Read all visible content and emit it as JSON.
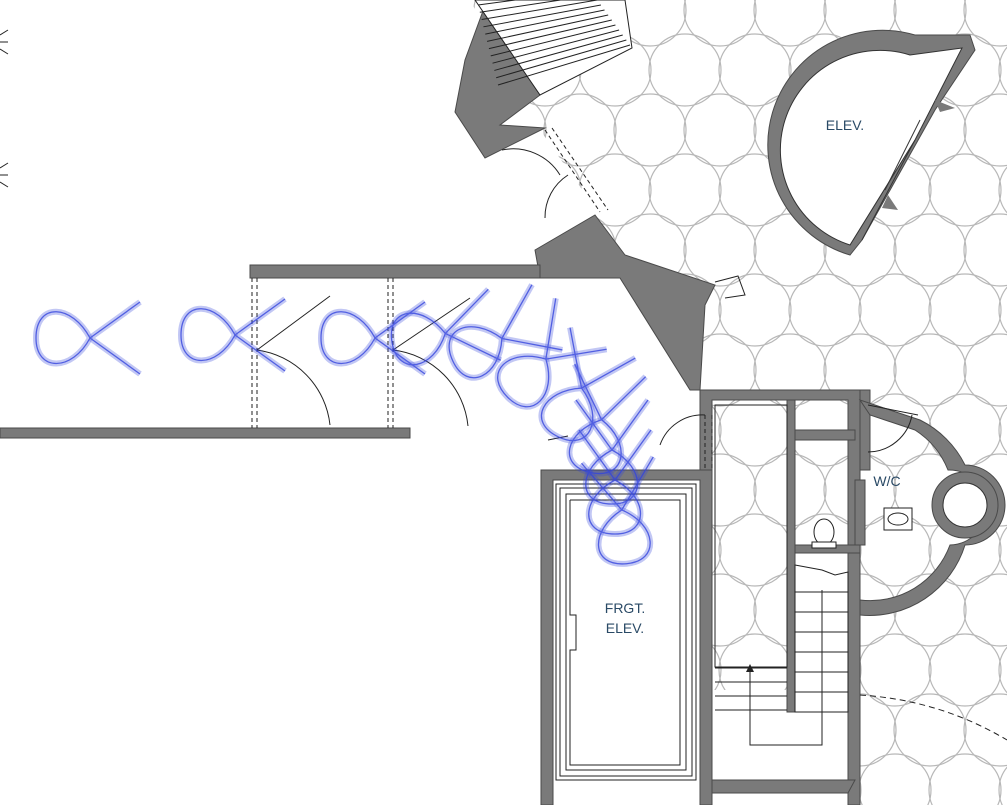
{
  "labels": {
    "elevator": "ELEV.",
    "freight_elevator_line1": "FRGT.",
    "freight_elevator_line2": "ELEV.",
    "restroom": "W/C"
  },
  "colors": {
    "wall_fill": "#7a7a7a",
    "wall_edge": "#4a4a4a",
    "line": "#222222",
    "paving_pattern": "#b8b8b8",
    "path_trace": "#3344dd",
    "label_text": "#2a4a66"
  },
  "icons": {
    "path_loop": "figure-eight-loop",
    "toilet": "toilet-fixture",
    "sink": "sink-fixture",
    "stair_arrow": "arrow-up"
  }
}
